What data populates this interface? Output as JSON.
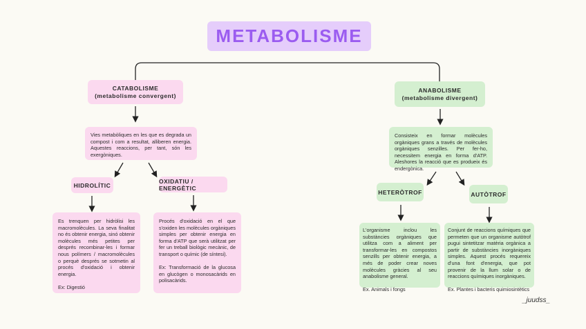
{
  "title": "METABOLISME",
  "catabolisme": {
    "name": "CATABOLISME",
    "subtitle": "(metabolisme convergent)",
    "description": "Vies metabòliques en les que es degrada un compost i com a resultat, alliberen energia. Aquestes reaccions, per tant, són les exergòniques.",
    "hidrolitic": {
      "label": "HIDROLÍTIC",
      "description": "Es trenquen per hidròlisi les macromolècules. La seva finalitat no és obtenir energia, sinó obtenir molècules més petites per després recombinar-les i formar nous polímers / macromolècules o perquè després se sotmetin al procés d'oxidació i obtenir energia.",
      "example": "Ex: Digestió"
    },
    "oxidatiu": {
      "label": "OXIDATIU / ENERGÈTIC",
      "description": "Procés d'oxidació en el que s'oxiden les molècules orgàniques simples per obtenir energia en forma d'ATP que serà utilitzat per fer un treball biològic mecànic, de transport o químic (de síntesi).",
      "example": "Ex: Transformació de la glucosa en glucògen o monosacàrids en polisacàrids."
    }
  },
  "anabolisme": {
    "name": "ANABOLISME",
    "subtitle": "(metabolisme divergent)",
    "description": "Consisteix en formar molècules orgàniques grans a través de molècules orgàniques senzilles. Per fer-ho, necessitem energia en forma d'ATP. Aleshores la reacció que es produeix és endergònica.",
    "heterotrof": {
      "label": "HETERÒTROF",
      "description": "L'organisme inclou les substàncies orgàniques que utilitza com a aliment per transformar-les en compostos senzills per obtenir energia, a més de poder crear noves molècules gràcies al seu anabolisme general.",
      "example": "Ex. Animals i fongs"
    },
    "autotrof": {
      "label": "AUTÒTROF",
      "description": "Conjunt de reaccions químiques que permeten que un organisme autòtrof pugui sintetitzar matèria orgànica a partir de substàncies inorgàniques simples. Aquest procés requereix d'una font d'energia, que pot provenir de la llum solar o de reaccions químiques inorgàniques.",
      "example": "Ex. Plantes i bacteris quimiosintètics"
    }
  },
  "signature": "_juudss_",
  "colors": {
    "title_bg": "#e5cdfb",
    "title_text": "#9b5cf0",
    "catabolisme_bg": "#fbd9ef",
    "anabolisme_bg": "#d4efd0",
    "background": "#fbfaf4"
  }
}
